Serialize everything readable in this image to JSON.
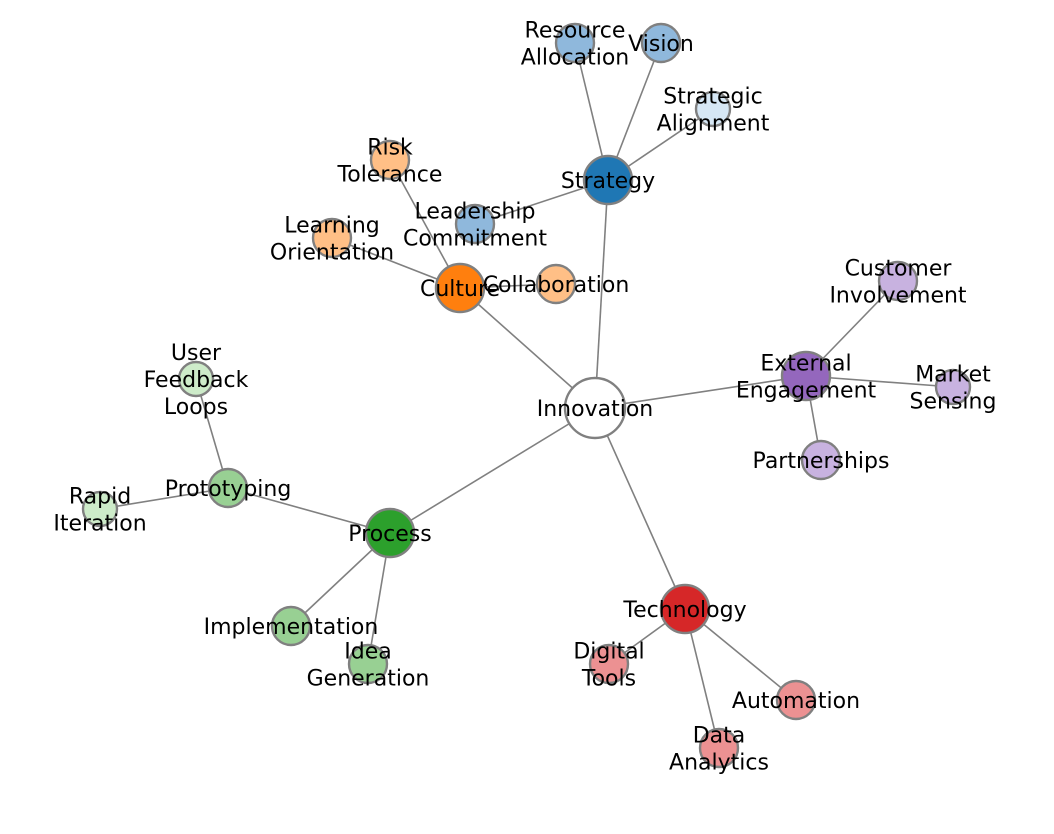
{
  "diagram": {
    "nodes": [
      {
        "id": "innovation",
        "label": "Innovation",
        "color": "#ffffff",
        "stroke": "#000000",
        "size": "center"
      },
      {
        "id": "strategy",
        "label": "Strategy",
        "color": "#1f77b4",
        "size": "category"
      },
      {
        "id": "culture",
        "label": "Culture",
        "color": "#ff7f0e",
        "size": "category"
      },
      {
        "id": "process",
        "label": "Process",
        "color": "#2ca02c",
        "size": "category"
      },
      {
        "id": "technology",
        "label": "Technology",
        "color": "#d62728",
        "size": "category"
      },
      {
        "id": "external",
        "label": "External\nEngagement",
        "color": "#9467bd",
        "size": "category"
      },
      {
        "id": "resource_allocation",
        "label": "Resource\nAllocation",
        "color": "#8fb8dc",
        "size": "leaf"
      },
      {
        "id": "vision",
        "label": "Vision",
        "color": "#8fb8dc",
        "size": "leaf"
      },
      {
        "id": "strategic_alignment",
        "label": "Strategic\nAlignment",
        "color": "#d6e7f5",
        "size": "small"
      },
      {
        "id": "leadership_commitment",
        "label": "Leadership\nCommitment",
        "color": "#8fb8dc",
        "size": "leaf"
      },
      {
        "id": "risk_tolerance",
        "label": "Risk\nTolerance",
        "color": "#ffbf86",
        "size": "leaf"
      },
      {
        "id": "learning_orientation",
        "label": "Learning\nOrientation",
        "color": "#ffbf86",
        "size": "leaf"
      },
      {
        "id": "collaboration",
        "label": "Collaboration",
        "color": "#ffbf86",
        "size": "leaf"
      },
      {
        "id": "prototyping",
        "label": "Prototyping",
        "color": "#98d093",
        "size": "leaf"
      },
      {
        "id": "user_feedback",
        "label": "User\nFeedback\nLoops",
        "color": "#cdebc9",
        "size": "small"
      },
      {
        "id": "rapid_iteration",
        "label": "Rapid\nIteration",
        "color": "#cdebc9",
        "size": "small"
      },
      {
        "id": "implementation",
        "label": "Implementation",
        "color": "#98d093",
        "size": "leaf"
      },
      {
        "id": "idea_generation",
        "label": "Idea\nGeneration",
        "color": "#98d093",
        "size": "leaf"
      },
      {
        "id": "digital_tools",
        "label": "Digital\nTools",
        "color": "#ec9192",
        "size": "leaf"
      },
      {
        "id": "automation",
        "label": "Automation",
        "color": "#ec9192",
        "size": "leaf"
      },
      {
        "id": "data_analytics",
        "label": "Data\nAnalytics",
        "color": "#ec9192",
        "size": "leaf"
      },
      {
        "id": "customer_involvement",
        "label": "Customer\nInvolvement",
        "color": "#c8b2e0",
        "size": "leaf"
      },
      {
        "id": "market_sensing",
        "label": "Market\nSensing",
        "color": "#c8b2e0",
        "size": "small"
      },
      {
        "id": "partnerships",
        "label": "Partnerships",
        "color": "#c8b2e0",
        "size": "leaf"
      }
    ],
    "edges": [
      [
        "innovation",
        "strategy"
      ],
      [
        "innovation",
        "culture"
      ],
      [
        "innovation",
        "process"
      ],
      [
        "innovation",
        "technology"
      ],
      [
        "innovation",
        "external"
      ],
      [
        "strategy",
        "resource_allocation"
      ],
      [
        "strategy",
        "vision"
      ],
      [
        "strategy",
        "strategic_alignment"
      ],
      [
        "strategy",
        "leadership_commitment"
      ],
      [
        "culture",
        "risk_tolerance"
      ],
      [
        "culture",
        "learning_orientation"
      ],
      [
        "culture",
        "collaboration"
      ],
      [
        "process",
        "prototyping"
      ],
      [
        "prototyping",
        "user_feedback"
      ],
      [
        "prototyping",
        "rapid_iteration"
      ],
      [
        "process",
        "implementation"
      ],
      [
        "process",
        "idea_generation"
      ],
      [
        "technology",
        "digital_tools"
      ],
      [
        "technology",
        "automation"
      ],
      [
        "technology",
        "data_analytics"
      ],
      [
        "external",
        "customer_involvement"
      ],
      [
        "external",
        "market_sensing"
      ],
      [
        "external",
        "partnerships"
      ]
    ]
  }
}
